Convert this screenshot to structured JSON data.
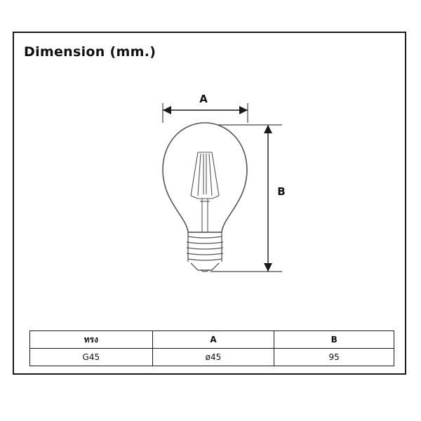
{
  "title": "Dimension (mm.)",
  "labels": {
    "width_label": "A",
    "height_label": "B"
  },
  "table": {
    "headers": [
      "ทรง",
      "A",
      "B"
    ],
    "rows": [
      [
        "G45",
        "ø45",
        "95"
      ]
    ]
  },
  "colors": {
    "line": "#1a1a1a",
    "bulb_outline": "#555555"
  }
}
